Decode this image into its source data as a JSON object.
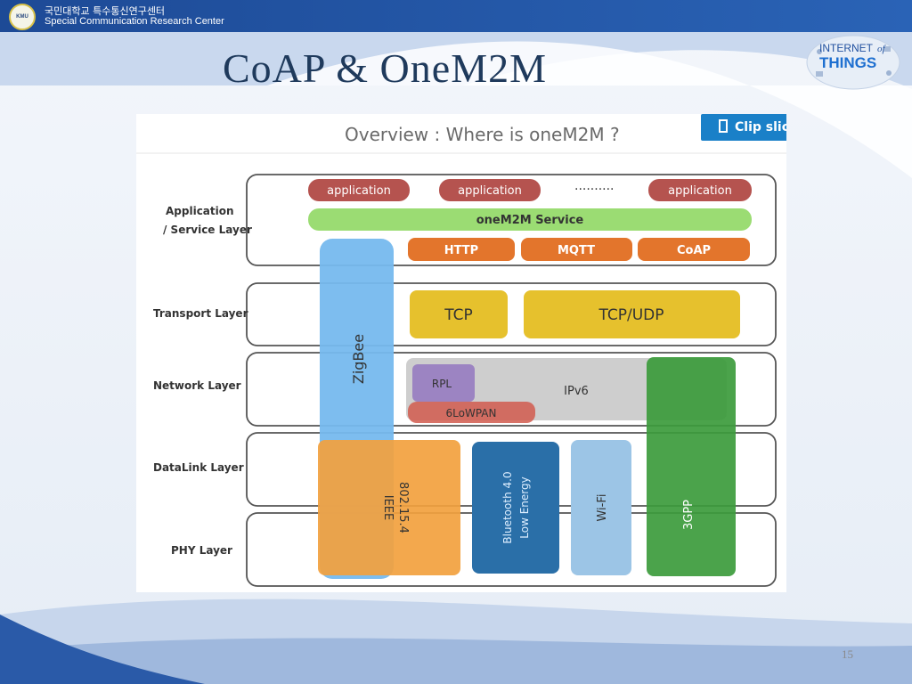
{
  "header": {
    "org_korean": "국민대학교 특수통신연구센터",
    "org_english": "Special Communication Research Center",
    "logo_text": "KMU"
  },
  "slide": {
    "title": "CoAP & OneM2M",
    "page_number": "15"
  },
  "iot_badge": {
    "line1": "INTERNET",
    "of": "of",
    "line2": "THINGS"
  },
  "figure": {
    "title": "Overview : Where is oneM2M ?",
    "clip_button": "Clip slic",
    "layers": [
      "Application",
      "/ Service Layer",
      "Transport Layer",
      "Network Layer",
      "DataLink Layer",
      "PHY Layer"
    ],
    "applications": [
      "application",
      "application",
      "application"
    ],
    "ellipsis": "··········",
    "service": "oneM2M Service",
    "protocols": [
      "HTTP",
      "MQTT",
      "CoAP"
    ],
    "transport": [
      "TCP",
      "TCP/UDP"
    ],
    "network": {
      "rpl": "RPL",
      "ipv6": "IPv6",
      "lowpan": "6LoWPAN"
    },
    "zigbee": "ZigBee",
    "ieee": [
      "IEEE",
      "802.15.4"
    ],
    "bluetooth": [
      "Bluetooth 4.0",
      "Low Energy"
    ],
    "wifi": "Wi-Fi",
    "threegpp": "3GPP"
  },
  "colors": {
    "header_blue": "#1f4f9e",
    "title_navy": "#1f3a5c",
    "app_red": "#b5534f",
    "service_green": "#9bdc73",
    "protocol_orange": "#e3752c",
    "transport_yellow": "#e6c12d",
    "zigbee_blue": "#76b9ee",
    "ieee_orange": "#f2a13e",
    "bluetooth_blue": "#2a6fa8",
    "wifi_blue": "#9cc5e6",
    "threegpp_green": "#3c9b3c",
    "rpl_purple": "#9c84c2",
    "ipv6_gray": "#c9c9c9"
  }
}
